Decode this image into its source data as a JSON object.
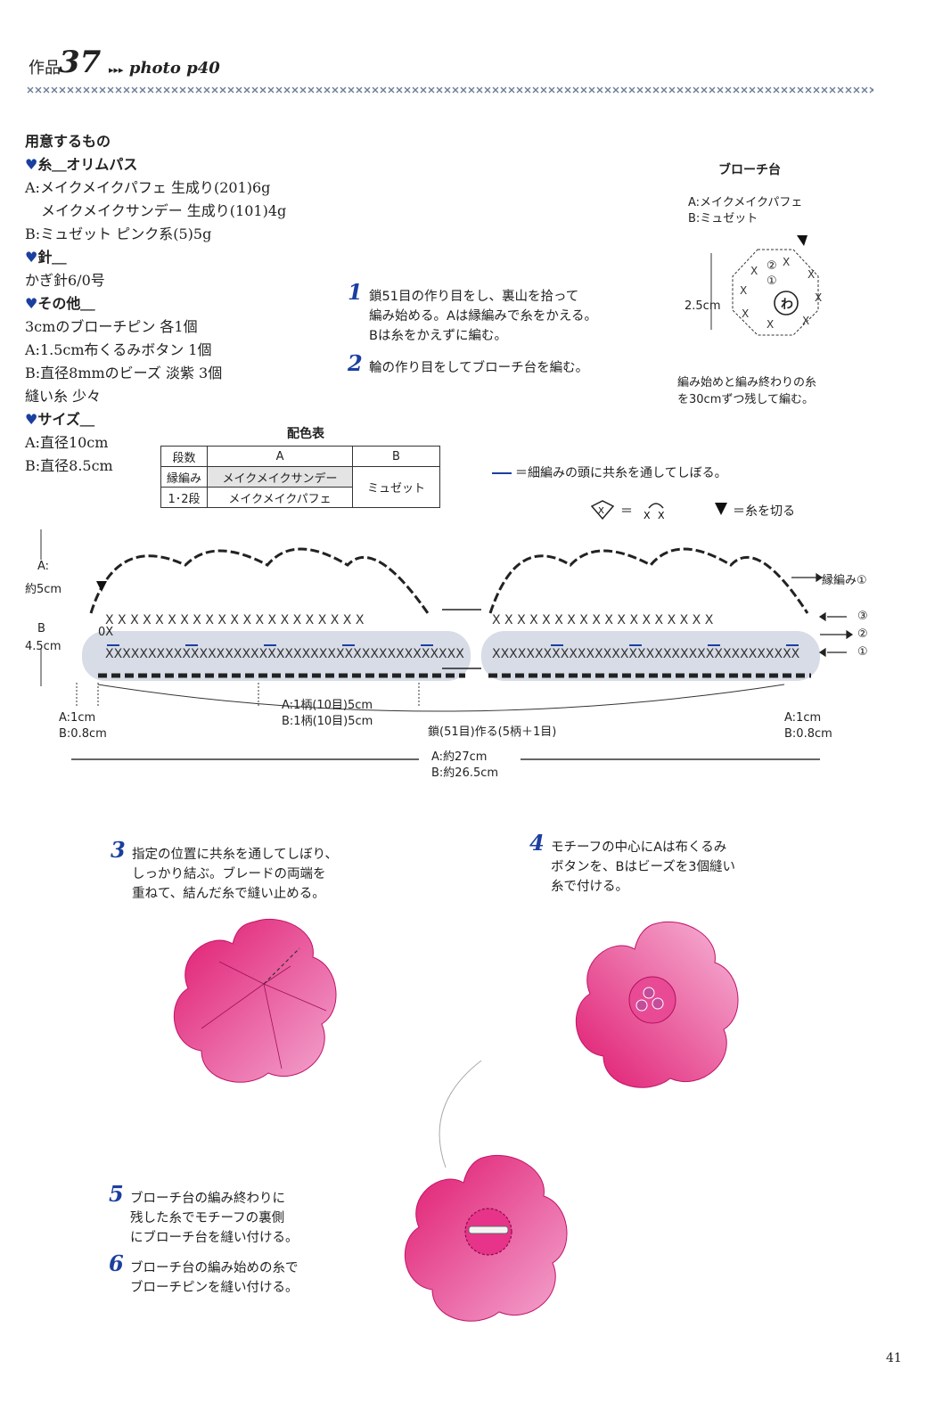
{
  "header": {
    "work_label": "作品",
    "work_number": "37",
    "photo_ref": "photo p40"
  },
  "materials": {
    "title": "用意するもの",
    "yarn_heading": "糸＿オリムパス",
    "yarn_lines": [
      "A:メイクメイクパフェ 生成り(201)6g",
      "メイクメイクサンデー 生成り(101)4g",
      "B:ミュゼット ピンク系(5)5g"
    ],
    "needle_heading": "針＿",
    "needle_lines": [
      "かぎ針6/0号"
    ],
    "other_heading": "その他＿",
    "other_lines": [
      "3cmのブローチピン 各1個",
      "A:1.5cm布くるみボタン 1個",
      "B:直径8mmのビーズ 淡紫 3個",
      "縫い糸 少々"
    ],
    "size_heading": "サイズ＿",
    "size_lines": [
      "A:直径10cm",
      "B:直径8.5cm"
    ]
  },
  "steps": [
    {
      "num": "1",
      "lines": [
        "鎖51目の作り目をし、裏山を拾って",
        "編み始める。Aは縁編みで糸をかえる。",
        "Bは糸をかえずに編む。"
      ]
    },
    {
      "num": "2",
      "lines": [
        "輪の作り目をしてブローチ台を編む。"
      ]
    },
    {
      "num": "3",
      "lines": [
        "指定の位置に共糸を通してしぼり、",
        "しっかり結ぶ。ブレードの両端を",
        "重ねて、結んだ糸で縫い止める。"
      ]
    },
    {
      "num": "4",
      "lines": [
        "モチーフの中心にAは布くるみ",
        "ボタンを、Bはビーズを3個縫い",
        "糸で付ける。"
      ]
    },
    {
      "num": "5",
      "lines": [
        "ブローチ台の編み終わりに",
        "残した糸でモチーフの裏側",
        "にブローチ台を縫い付ける。"
      ]
    },
    {
      "num": "6",
      "lines": [
        "ブローチ台の編み始めの糸で",
        "ブローチピンを縫い付ける。"
      ]
    }
  ],
  "brooch_base": {
    "title": "ブローチ台",
    "yarn_a": "A:メイクメイクパフェ",
    "yarn_b": "B:ミュゼット",
    "dimension": "2.5cm",
    "center_label": "わ",
    "round_1": "①",
    "round_2": "②",
    "note_lines": [
      "編み始めと編み終わりの糸",
      "を30cmずつ残して編む。"
    ]
  },
  "color_table": {
    "title": "配色表",
    "header": [
      "段数",
      "A",
      "B"
    ],
    "rows": [
      [
        "縁編み",
        "メイクメイクサンデー"
      ],
      [
        "1･2段",
        "メイクメイクパフェ"
      ]
    ],
    "b_merged": "ミュゼット"
  },
  "legend": {
    "thread_note": "＝細編みの頭に共糸を通してしぼる。",
    "symbol_eq": "＝",
    "cut_note": "＝糸を切る"
  },
  "diagram": {
    "height_a": "A:",
    "height_a_val": "約5cm",
    "height_b": "B",
    "height_b_val": "4.5cm",
    "edge_label": "縁編み①",
    "row3": "③",
    "row2": "②",
    "row1": "①",
    "start_mark": "0X",
    "left_a": "A:1cm",
    "left_b": "B:0.8cm",
    "right_a": "A:1cm",
    "right_b": "B:0.8cm",
    "repeat_a": "A:1柄(10目)5cm",
    "repeat_b": "B:1柄(10目)5cm",
    "chain_label": "鎖(51目)作る(5柄＋1目)",
    "total_a": "A:約27cm",
    "total_b": "B:約26.5cm"
  },
  "colors": {
    "accent_blue": "#1b3fa0",
    "flower_pink": "#e8207a",
    "shade_gray": "#d7dce6"
  },
  "page_number": "41"
}
